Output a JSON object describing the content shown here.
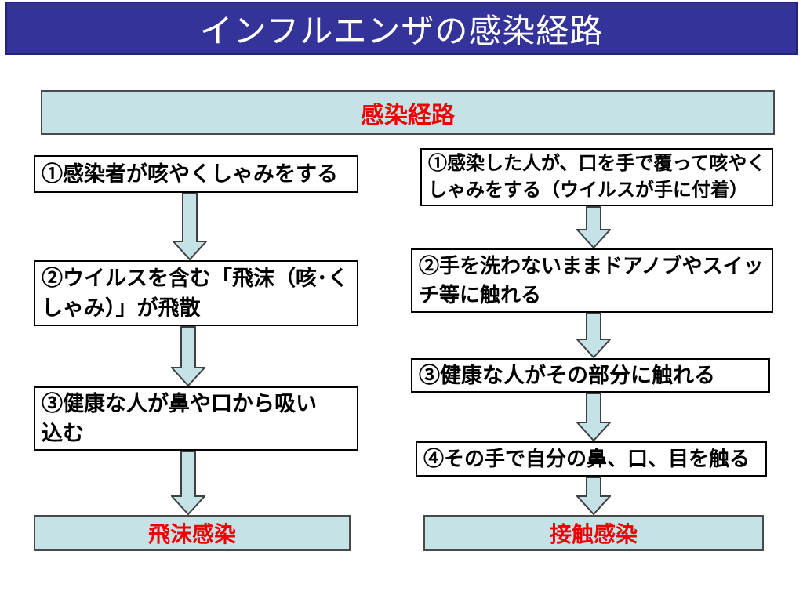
{
  "title": "インフルエンザの感染経路",
  "header": {
    "label": "感染経路"
  },
  "left_flow": {
    "steps": [
      "①感染者が咳やくしゃみをする",
      "②ウイルスを含む「飛沫（咳･く\nしゃみ）」が飛散",
      "③健康な人が鼻や口から吸い\n込む"
    ],
    "result": "飛沫感染"
  },
  "right_flow": {
    "steps": [
      "①感染した人が、口を手で覆って咳やく\nしゃみをする（ウイルスが手に付着）",
      "②手を洗わないままドアノブやスイッ\nチ等に触れる",
      "③健康な人がその部分に触れる",
      "④その手で自分の鼻、口、目を触る"
    ],
    "result": "接触感染"
  },
  "colors": {
    "title_bar_bg": "#333399",
    "title_text": "#ffffff",
    "box_fill_blue": "#c5e2e7",
    "box_border_gray": "#4a4a4a",
    "arrow_outline": "#404040",
    "accent_red": "#ee0000",
    "step_text": "#000000"
  }
}
